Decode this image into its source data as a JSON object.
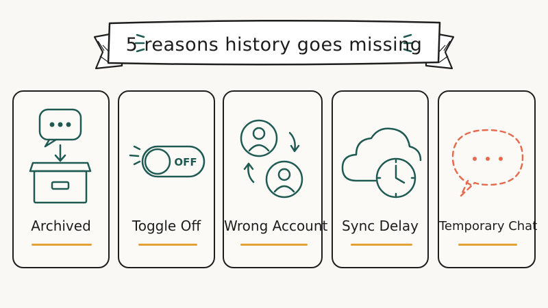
{
  "title": "5 reasons history goes missing",
  "colors": {
    "ink": "#1e1e1e",
    "teal": "#1f5a52",
    "accent_orange": "#e3a033",
    "coral": "#e56b4f"
  },
  "cards": [
    {
      "label": "Archived",
      "icon": "chat-bubble-into-archive-box-icon"
    },
    {
      "label": "Toggle Off",
      "icon": "toggle-switch-off-icon",
      "toggle_text": "OFF"
    },
    {
      "label": "Wrong Account",
      "icon": "switch-accounts-icon"
    },
    {
      "label": "Sync Delay",
      "icon": "cloud-with-clock-icon"
    },
    {
      "label": "Temporary Chat",
      "icon": "dashed-chat-bubble-icon"
    }
  ]
}
